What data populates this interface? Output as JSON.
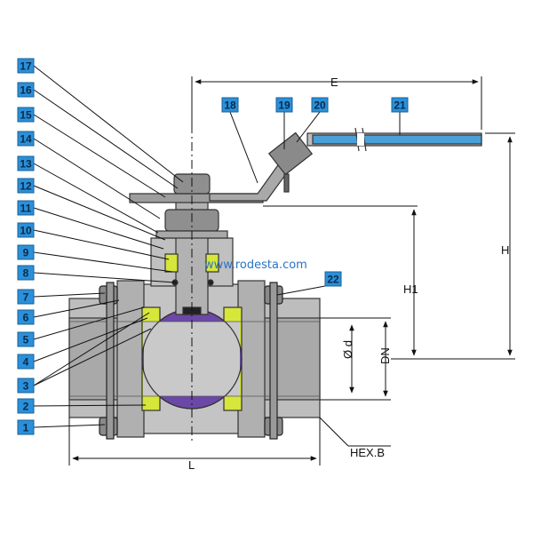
{
  "watermark": "www.rodesta.com",
  "colors": {
    "metal": "#b9b9b9",
    "metal_dark": "#8a8a8a",
    "ball": "#6b48a8",
    "seat": "#d7e63a",
    "handle_sleeve": "#4aa0d8",
    "badge": "#2b90d9",
    "line": "#111111"
  },
  "dimensions": {
    "E": "E",
    "H": "H",
    "H1": "H1",
    "L": "L",
    "DN": "DN",
    "d": "Ø d",
    "hex": "HEX.B"
  },
  "parts_left": [
    "17",
    "16",
    "15",
    "14",
    "13",
    "12",
    "11",
    "10",
    "9",
    "8",
    "7",
    "6",
    "5",
    "4",
    "3",
    "2",
    "1"
  ],
  "parts_top": [
    "18",
    "19",
    "20",
    "21"
  ],
  "part_right": "22"
}
